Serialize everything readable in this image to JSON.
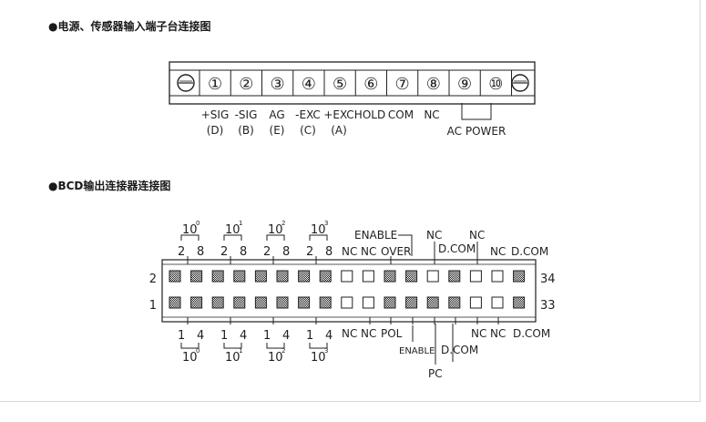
{
  "sections": [
    {
      "title": "●电源、传感器输入端子台连接图"
    },
    {
      "title": "●BCD输出连接器连接图"
    }
  ],
  "terminal_block": {
    "terminals": [
      "①",
      "②",
      "③",
      "④",
      "⑤",
      "⑥",
      "⑦",
      "⑧",
      "⑨",
      "⑩"
    ],
    "signal_labels": [
      "+SIG",
      "-SIG",
      "AG",
      "-EXC",
      "+EXC",
      "HOLD",
      "COM",
      "NC"
    ],
    "pin_letters": [
      "(D)",
      "(B)",
      "(E)",
      "(C)",
      "(A)"
    ],
    "ac_power_label": "AC POWER"
  },
  "bcd_connector": {
    "row_numbers": {
      "top_left": "2",
      "bottom_left": "1",
      "top_right": "34",
      "bottom_right": "33"
    },
    "top_digit_groups": [
      {
        "base": "10",
        "exp": "0"
      },
      {
        "base": "10",
        "exp": "1"
      },
      {
        "base": "10",
        "exp": "2"
      },
      {
        "base": "10",
        "exp": "3"
      }
    ],
    "top_digit_pins": [
      "2",
      "8"
    ],
    "bottom_digit_groups": [
      {
        "base": "10",
        "exp": "0"
      },
      {
        "base": "10",
        "exp": "1"
      },
      {
        "base": "10",
        "exp": "2"
      },
      {
        "base": "10",
        "exp": "3"
      }
    ],
    "bottom_digit_pins": [
      "1",
      "4"
    ],
    "top_labels": {
      "enable": "ENABLE",
      "nc_a": "NC",
      "nc_b": "NC",
      "over": "OVER",
      "nc_c": "NC",
      "dcom_a": "D.COM",
      "nc_d": "NC",
      "nc_e": "NC",
      "dcom_b": "D.COM"
    },
    "bottom_labels": {
      "nc_a": "NC",
      "nc_b": "NC",
      "pol": "POL",
      "enable": "ENABLE",
      "pc": "PC",
      "dcom_a": "D.COM",
      "nc_c": "NC",
      "nc_d": "NC",
      "dcom_b": "D.COM"
    },
    "top_row_pins": [
      "filled",
      "filled",
      "filled",
      "filled",
      "filled",
      "filled",
      "filled",
      "filled",
      "open",
      "open",
      "filled",
      "filled",
      "open",
      "filled",
      "open",
      "open",
      "filled"
    ],
    "bottom_row_pins": [
      "filled",
      "filled",
      "filled",
      "filled",
      "filled",
      "filled",
      "filled",
      "filled",
      "open",
      "open",
      "filled",
      "filled",
      "filled",
      "filled",
      "open",
      "open",
      "filled"
    ]
  }
}
